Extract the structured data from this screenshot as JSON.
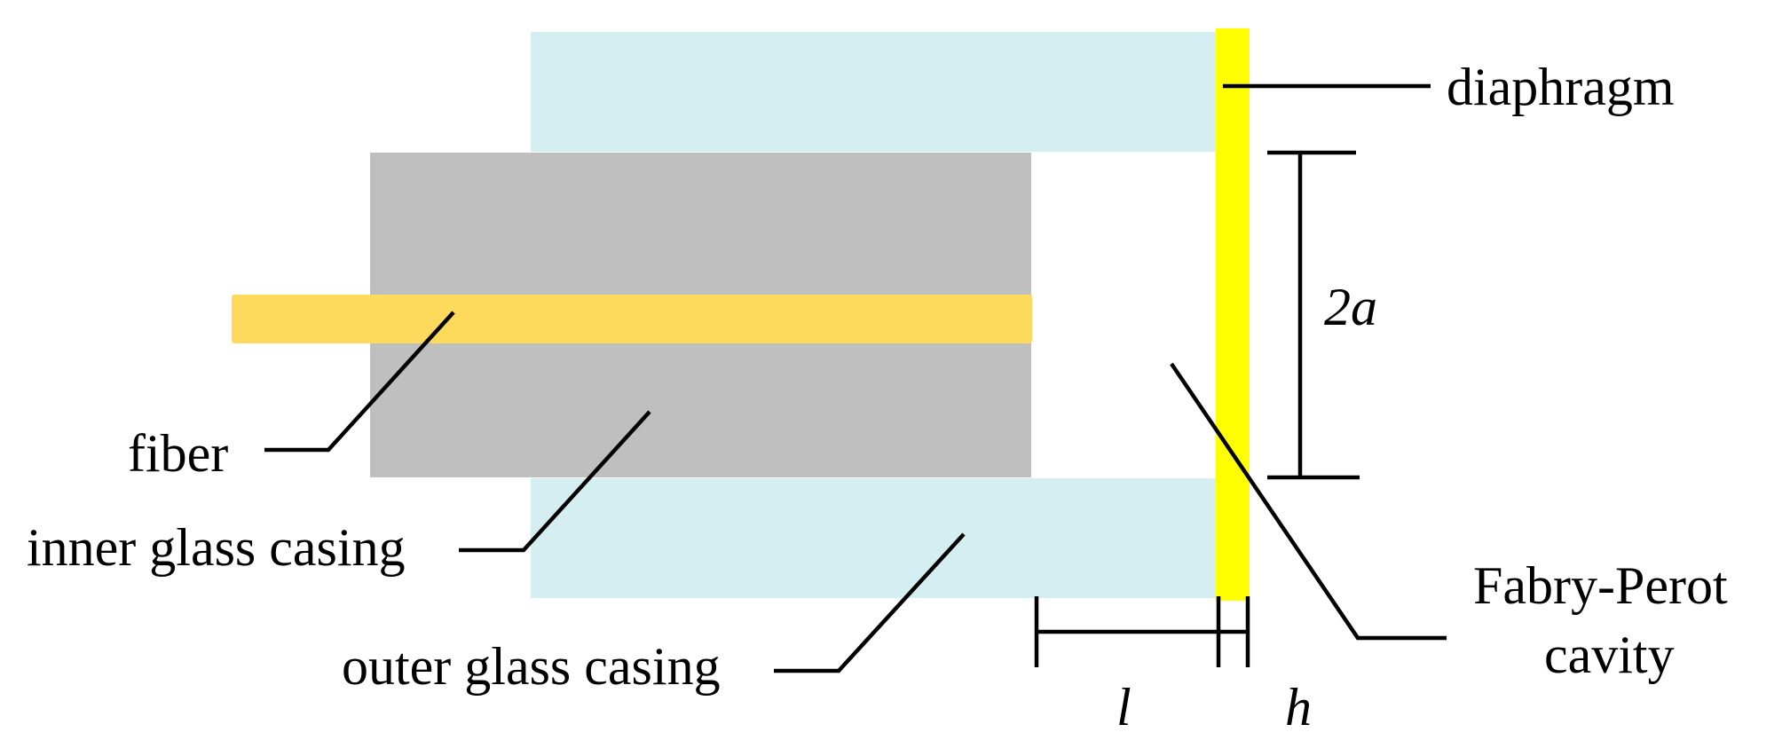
{
  "labels": {
    "diaphragm": "diaphragm",
    "radius": "2a",
    "fiber": "fiber",
    "inner_casing": "inner glass casing",
    "outer_casing": "outer glass casing",
    "cavity_line1": "Fabry-Perot",
    "cavity_line2": "cavity",
    "length": "l",
    "thickness": "h"
  },
  "colors": {
    "outer_casing": "#d5eef2",
    "inner_casing": "#bfbfbf",
    "fiber": "#fdd95c",
    "diaphragm": "#ffff00",
    "line": "#000000"
  }
}
